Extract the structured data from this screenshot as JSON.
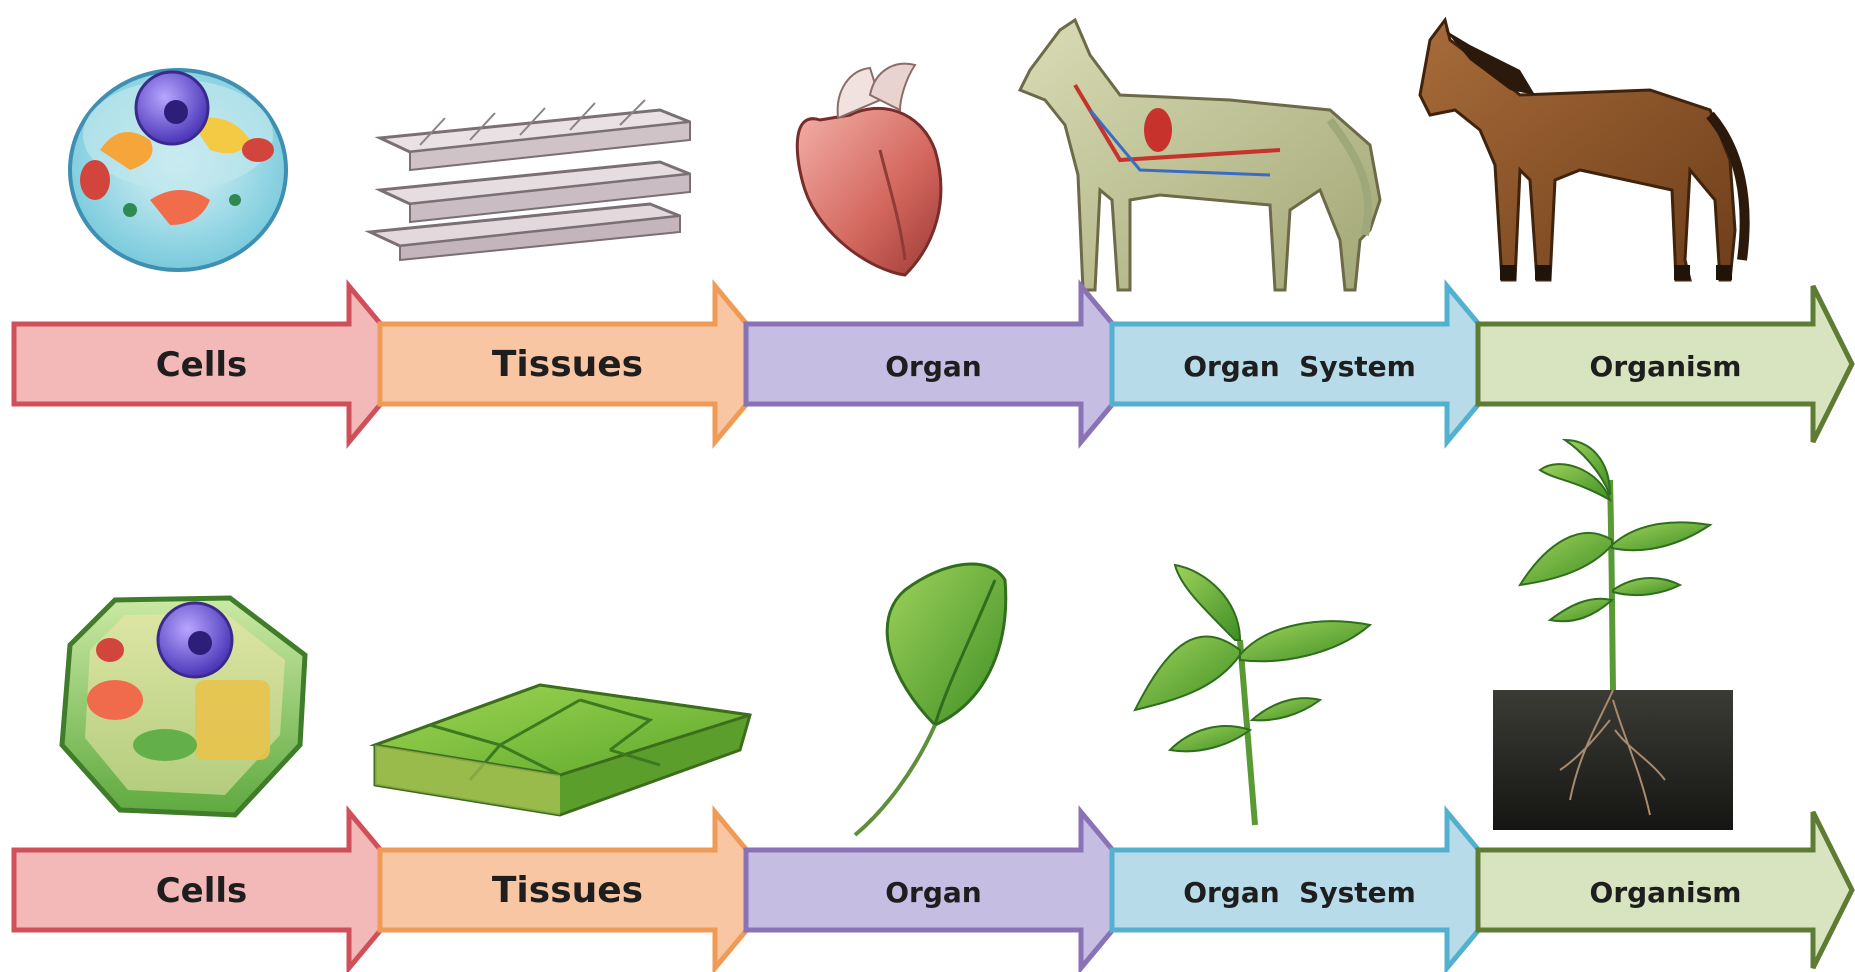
{
  "rows": [
    {
      "kingdom": "animal",
      "stages": [
        {
          "label": "Cells",
          "fill": "#f2b9b8",
          "stroke": "#d0505a",
          "illustration": "animal-cell"
        },
        {
          "label": "Tissues",
          "fill": "#f9c6a3",
          "stroke": "#ef9a55",
          "illustration": "muscle-tissue"
        },
        {
          "label": "Organ",
          "fill": "#c5bde2",
          "stroke": "#8a72b6",
          "illustration": "heart"
        },
        {
          "label": "Organ  System",
          "fill": "#b7dbe9",
          "stroke": "#54b0cf",
          "illustration": "horse-circulatory-system"
        },
        {
          "label": "Organism",
          "fill": "#d8e4bf",
          "stroke": "#5f7c35",
          "illustration": "horse"
        }
      ]
    },
    {
      "kingdom": "plant",
      "stages": [
        {
          "label": "Cells",
          "fill": "#f2b9b8",
          "stroke": "#d0505a",
          "illustration": "plant-cell"
        },
        {
          "label": "Tissues",
          "fill": "#f9c6a3",
          "stroke": "#ef9a55",
          "illustration": "plant-tissue"
        },
        {
          "label": "Organ",
          "fill": "#c5bde2",
          "stroke": "#8a72b6",
          "illustration": "leaf"
        },
        {
          "label": "Organ  System",
          "fill": "#b7dbe9",
          "stroke": "#54b0cf",
          "illustration": "shoot-system"
        },
        {
          "label": "Organism",
          "fill": "#d8e4bf",
          "stroke": "#5f7c35",
          "illustration": "plant-with-roots"
        }
      ]
    }
  ]
}
